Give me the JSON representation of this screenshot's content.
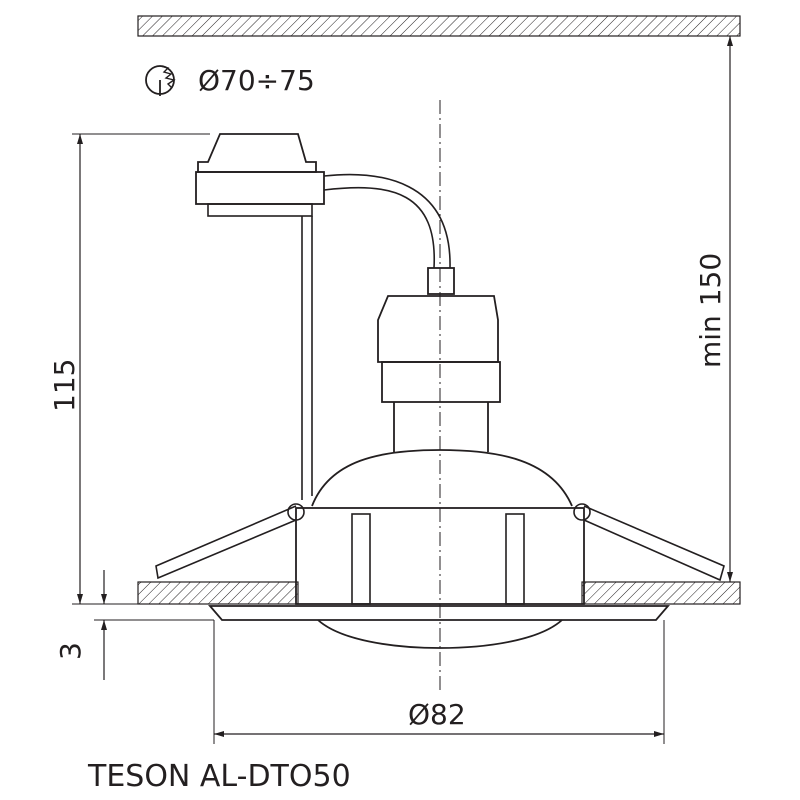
{
  "drawing": {
    "product_name": "TESON AL-DTO50",
    "cutout_label": "Ø70÷75",
    "height_label": "115",
    "min_depth_label": "min 150",
    "rim_thickness_label": "3",
    "diameter_label": "Ø82"
  },
  "colors": {
    "ink": "#231f20",
    "background": "#ffffff"
  },
  "icons": {
    "cutout": "hole-saw-icon"
  }
}
